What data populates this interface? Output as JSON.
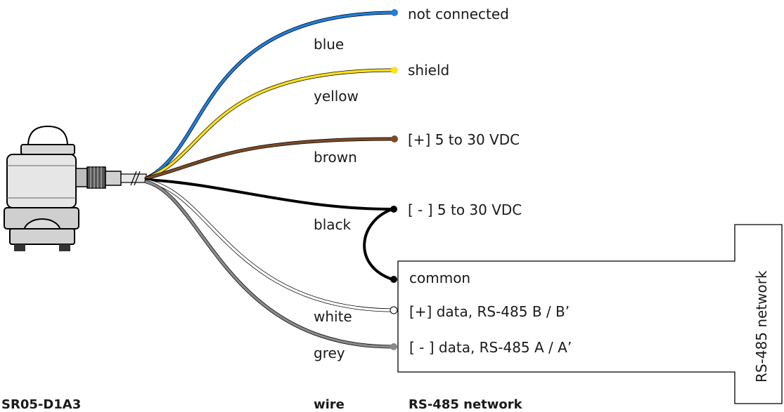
{
  "wires": [
    {
      "id": "blue",
      "color_name": "blue",
      "color": "#1f7fe0",
      "terminal": "not connected"
    },
    {
      "id": "yellow",
      "color_name": "yellow",
      "color": "#ffe11a",
      "terminal": "shield"
    },
    {
      "id": "brown",
      "color_name": "brown",
      "color": "#7b4a26",
      "terminal": "[+] 5 to 30 VDC"
    },
    {
      "id": "black",
      "color_name": "black",
      "color": "#000000",
      "terminal": "[ - ] 5 to 30 VDC"
    },
    {
      "id": "white",
      "color_name": "white",
      "color": "#ffffff",
      "terminal": "[+] data, RS-485  B / B’"
    },
    {
      "id": "grey",
      "color_name": "grey",
      "color": "#8a8a8a",
      "terminal": "[ - ] data, RS-485  A / A’"
    }
  ],
  "network_box": {
    "common_label": "common",
    "side_label": "RS-485 network"
  },
  "footer": {
    "device": "SR05-D1A3",
    "wire": "wire",
    "network": "RS-485 network"
  },
  "device_icon": "pyranometer-sensor-icon"
}
